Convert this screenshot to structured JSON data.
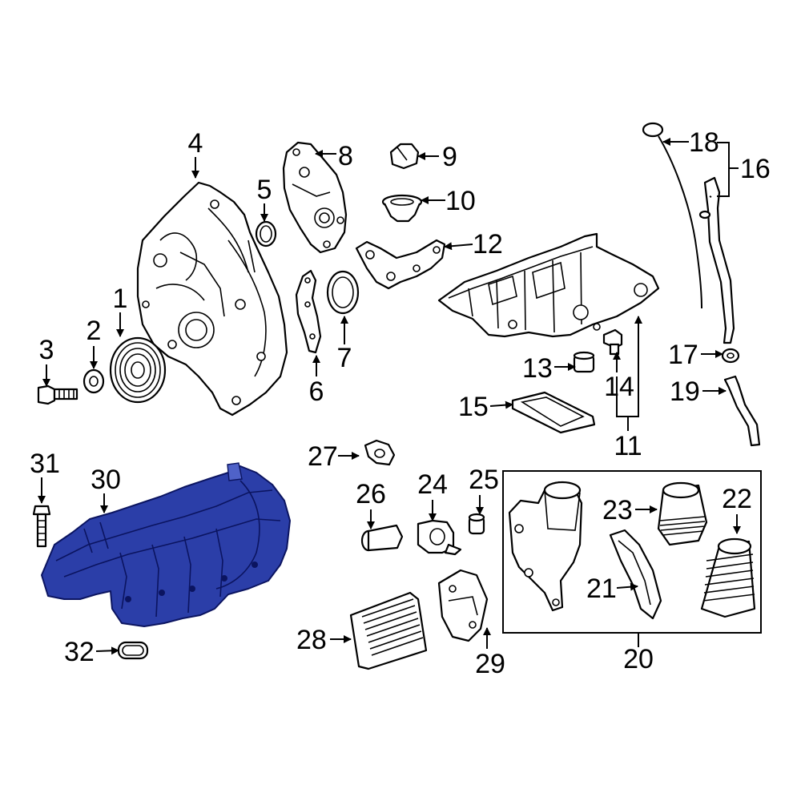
{
  "callouts": [
    {
      "id": "c1",
      "label": "1"
    },
    {
      "id": "c2",
      "label": "2"
    },
    {
      "id": "c3",
      "label": "3"
    },
    {
      "id": "c4",
      "label": "4"
    },
    {
      "id": "c5",
      "label": "5"
    },
    {
      "id": "c6",
      "label": "6"
    },
    {
      "id": "c7",
      "label": "7"
    },
    {
      "id": "c8",
      "label": "8"
    },
    {
      "id": "c9",
      "label": "9"
    },
    {
      "id": "c10",
      "label": "10"
    },
    {
      "id": "c11",
      "label": "11"
    },
    {
      "id": "c12",
      "label": "12"
    },
    {
      "id": "c13",
      "label": "13"
    },
    {
      "id": "c14",
      "label": "14"
    },
    {
      "id": "c15",
      "label": "15"
    },
    {
      "id": "c16",
      "label": "16"
    },
    {
      "id": "c17",
      "label": "17"
    },
    {
      "id": "c18",
      "label": "18"
    },
    {
      "id": "c19",
      "label": "19"
    },
    {
      "id": "c20",
      "label": "20"
    },
    {
      "id": "c21",
      "label": "21"
    },
    {
      "id": "c22",
      "label": "22"
    },
    {
      "id": "c23",
      "label": "23"
    },
    {
      "id": "c24",
      "label": "24"
    },
    {
      "id": "c25",
      "label": "25"
    },
    {
      "id": "c26",
      "label": "26"
    },
    {
      "id": "c27",
      "label": "27"
    },
    {
      "id": "c28",
      "label": "28"
    },
    {
      "id": "c29",
      "label": "29"
    },
    {
      "id": "c30",
      "label": "30"
    },
    {
      "id": "c31",
      "label": "31"
    },
    {
      "id": "c32",
      "label": "32"
    }
  ],
  "highlighted_part": "30",
  "colors": {
    "highlight_fill": "#2b3ea8",
    "highlight_stroke": "#0b1460",
    "line": "#000000",
    "background": "#ffffff"
  }
}
